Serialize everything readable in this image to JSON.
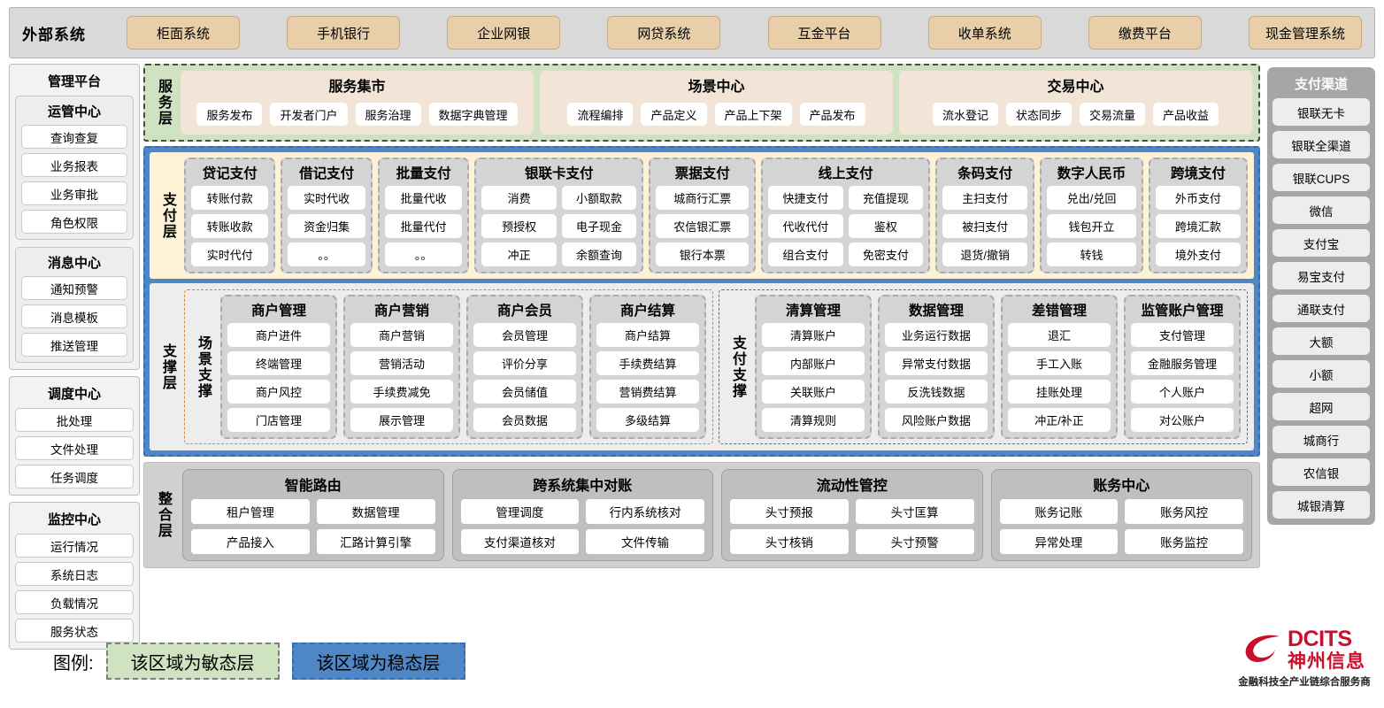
{
  "external": {
    "title": "外部系统",
    "items": [
      "柜面系统",
      "手机银行",
      "企业网银",
      "网贷系统",
      "互金平台",
      "收单系统",
      "缴费平台",
      "现金管理系统"
    ]
  },
  "management": {
    "title": "管理平台",
    "groups": [
      {
        "title": "运管中心",
        "items": [
          "查询查复",
          "业务报表",
          "业务审批",
          "角色权限"
        ]
      },
      {
        "title": "消息中心",
        "items": [
          "通知预警",
          "消息模板",
          "推送管理"
        ]
      }
    ],
    "standalone": [
      {
        "title": "调度中心",
        "items": [
          "批处理",
          "文件处理",
          "任务调度"
        ]
      },
      {
        "title": "监控中心",
        "items": [
          "运行情况",
          "系统日志",
          "负载情况",
          "服务状态"
        ]
      }
    ]
  },
  "service_layer": {
    "label": "服务层",
    "groups": [
      {
        "title": "服务集市",
        "items": [
          "服务发布",
          "开发者门户",
          "服务治理",
          "数据字典管理"
        ]
      },
      {
        "title": "场景中心",
        "items": [
          "流程编排",
          "产品定义",
          "产品上下架",
          "产品发布"
        ]
      },
      {
        "title": "交易中心",
        "items": [
          "流水登记",
          "状态同步",
          "交易流量",
          "产品收益"
        ]
      }
    ]
  },
  "payment_layer": {
    "label": "支付层",
    "categories": [
      {
        "title": "贷记支付",
        "cols": 1,
        "items": [
          "转账付款",
          "转账收款",
          "实时代付"
        ]
      },
      {
        "title": "借记支付",
        "cols": 1,
        "items": [
          "实时代收",
          "资金归集",
          "。。"
        ]
      },
      {
        "title": "批量支付",
        "cols": 1,
        "items": [
          "批量代收",
          "批量代付",
          "。。"
        ]
      },
      {
        "title": "银联卡支付",
        "cols": 2,
        "items": [
          "消费",
          "小额取款",
          "预授权",
          "电子现金",
          "冲正",
          "余额查询"
        ]
      },
      {
        "title": "票据支付",
        "cols": 1,
        "items": [
          "城商行汇票",
          "农信银汇票",
          "银行本票"
        ]
      },
      {
        "title": "线上支付",
        "cols": 2,
        "items": [
          "快捷支付",
          "充值提现",
          "代收代付",
          "鉴权",
          "组合支付",
          "免密支付"
        ]
      },
      {
        "title": "条码支付",
        "cols": 1,
        "items": [
          "主扫支付",
          "被扫支付",
          "退货/撤销"
        ]
      },
      {
        "title": "数字人民币",
        "cols": 1,
        "items": [
          "兑出/兑回",
          "钱包开立",
          "转钱"
        ]
      },
      {
        "title": "跨境支付",
        "cols": 1,
        "items": [
          "外币支付",
          "跨境汇款",
          "境外支付"
        ]
      }
    ]
  },
  "support_layer": {
    "label": "支撑层",
    "zones": [
      {
        "label": "场景支撑",
        "categories": [
          {
            "title": "商户管理",
            "items": [
              "商户进件",
              "终端管理",
              "商户风控",
              "门店管理"
            ]
          },
          {
            "title": "商户营销",
            "items": [
              "商户营销",
              "营销活动",
              "手续费减免",
              "展示管理"
            ]
          },
          {
            "title": "商户会员",
            "items": [
              "会员管理",
              "评价分享",
              "会员储值",
              "会员数据"
            ]
          },
          {
            "title": "商户结算",
            "items": [
              "商户结算",
              "手续费结算",
              "营销费结算",
              "多级结算"
            ]
          }
        ]
      },
      {
        "label": "支付支撑",
        "categories": [
          {
            "title": "清算管理",
            "items": [
              "清算账户",
              "内部账户",
              "关联账户",
              "清算规则"
            ]
          },
          {
            "title": "数据管理",
            "items": [
              "业务运行数据",
              "异常支付数据",
              "反洗钱数据",
              "风险账户数据"
            ]
          },
          {
            "title": "差错管理",
            "items": [
              "退汇",
              "手工入账",
              "挂账处理",
              "冲正/补正"
            ]
          },
          {
            "title": "监管账户管理",
            "items": [
              "支付管理",
              "金融服务管理",
              "个人账户",
              "对公账户"
            ]
          }
        ]
      }
    ]
  },
  "integration_layer": {
    "label": "整合层",
    "groups": [
      {
        "title": "智能路由",
        "rows": [
          [
            "租户管理",
            "数据管理"
          ],
          [
            "产品接入",
            "汇路计算引擎"
          ]
        ]
      },
      {
        "title": "跨系统集中对账",
        "rows": [
          [
            "管理调度",
            "行内系统核对"
          ],
          [
            "支付渠道核对",
            "文件传输"
          ]
        ]
      },
      {
        "title": "流动性管控",
        "rows": [
          [
            "头寸预报",
            "头寸匡算"
          ],
          [
            "头寸核销",
            "头寸预警"
          ]
        ]
      },
      {
        "title": "账务中心",
        "rows": [
          [
            "账务记账",
            "账务风控"
          ],
          [
            "异常处理",
            "账务监控"
          ]
        ]
      }
    ]
  },
  "channels": {
    "title": "支付渠道",
    "items": [
      "银联无卡",
      "银联全渠道",
      "银联CUPS",
      "微信",
      "支付宝",
      "易宝支付",
      "通联支付",
      "大额",
      "小额",
      "超网",
      "城商行",
      "农信银",
      "城银清算"
    ]
  },
  "legend": {
    "label": "图例:",
    "agile": "该区域为敏态层",
    "stable": "该区域为稳态层"
  },
  "logo": {
    "en": "DCITS",
    "cn": "神州信息",
    "sub": "金融科技全产业链综合服务商"
  },
  "colors": {
    "agile_green": "#cfe3c0",
    "stable_blue": "#4f86c6",
    "payment_cream": "#fdf2d5",
    "external_chip": "#e8cfaa",
    "brand_red": "#c8102e"
  }
}
